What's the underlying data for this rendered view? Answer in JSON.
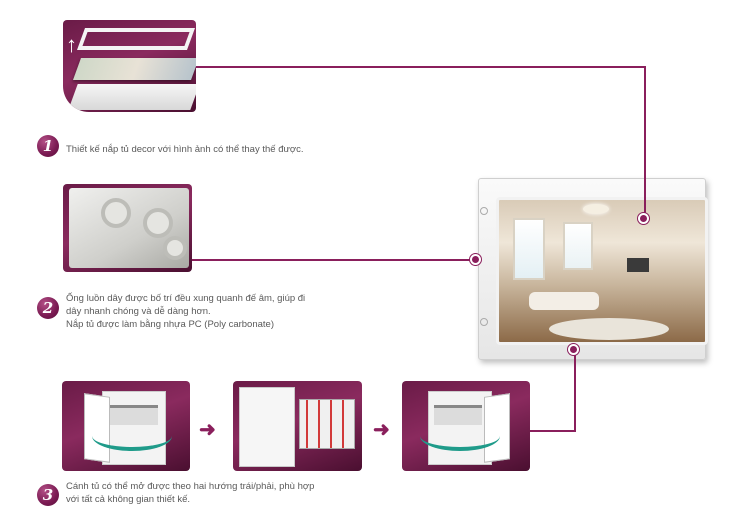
{
  "steps": [
    {
      "number": "1",
      "text": "Thiết kế nắp tủ decor với hình ảnh có thể thay thế được."
    },
    {
      "number": "2",
      "line1": "Ống luồn dây được bố trí đều xung quanh đế âm, giúp đi",
      "line2": "dây nhanh chóng và dễ dàng hơn.",
      "line3": "Nắp tủ được làm bằng nhựa PC (Poly carbonate)"
    },
    {
      "number": "3",
      "line1": "Cánh tủ có thể mở được theo hai hướng trái/phải, phù hợp",
      "line2": "với tất cả không gian thiết kế."
    }
  ],
  "icons": {
    "up_arrow": "↑",
    "right_arrow": "➜"
  },
  "colors": {
    "accent": "#8a1f5c",
    "panel": "#7a1e53"
  }
}
